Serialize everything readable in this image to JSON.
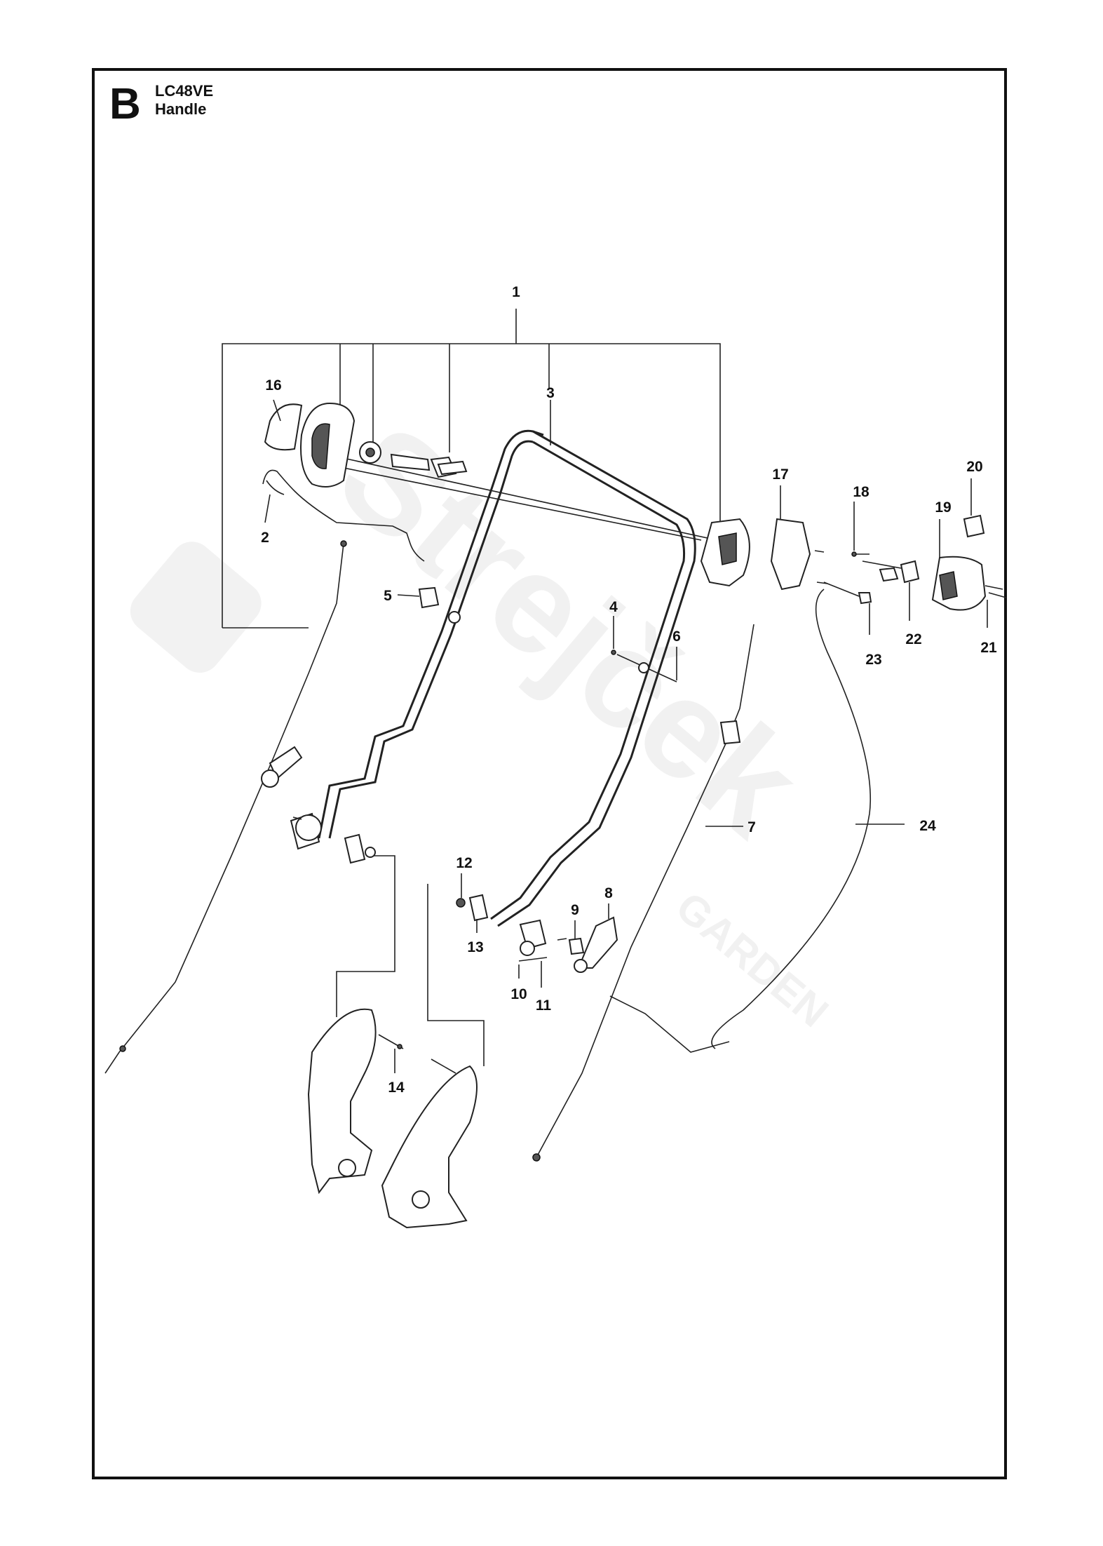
{
  "header": {
    "section_letter": "B",
    "model": "LC48VE",
    "subtitle": "Handle"
  },
  "watermark": {
    "brand": "Strejček",
    "tagline": "GARDEN"
  },
  "callouts": {
    "c1": "1",
    "c2": "2",
    "c3": "3",
    "c4": "4",
    "c5": "5",
    "c6": "6",
    "c7": "7",
    "c8": "8",
    "c9": "9",
    "c10": "10",
    "c11": "11",
    "c12": "12",
    "c13": "13",
    "c14": "14",
    "c16": "16",
    "c17": "17",
    "c18": "18",
    "c19": "19",
    "c20": "20",
    "c21": "21",
    "c22": "22",
    "c23": "23",
    "c24": "24"
  }
}
